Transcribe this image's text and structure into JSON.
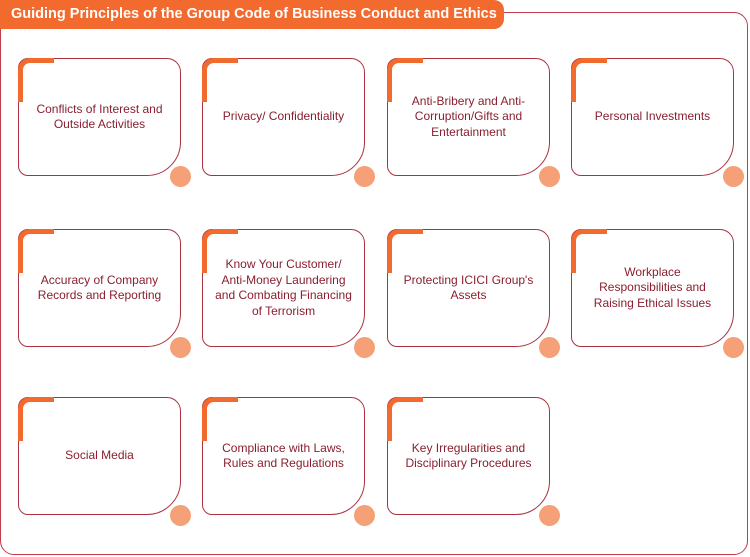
{
  "title": "Guiding Principles of the Group Code of Business Conduct and Ethics",
  "colors": {
    "accent": "#f26a2e",
    "border": "#a8323f",
    "text": "#8a1f2f",
    "dot": "#f5a077"
  },
  "principles": [
    "Conflicts of Interest and Outside Activities",
    "Privacy/ Confidentiality",
    "Anti-Bribery and Anti-Corruption/Gifts and Entertainment",
    "Personal Investments",
    "Accuracy of Company Records and Reporting",
    "Know Your Customer/ Anti-Money Laundering and Combating Financing of Terrorism",
    "Protecting ICICI Group's Assets",
    "Workplace Responsibilities and Raising Ethical Issues",
    "Social Media",
    "Compliance with Laws, Rules and Regulations",
    "Key Irregularities and Disciplinary Procedures"
  ]
}
